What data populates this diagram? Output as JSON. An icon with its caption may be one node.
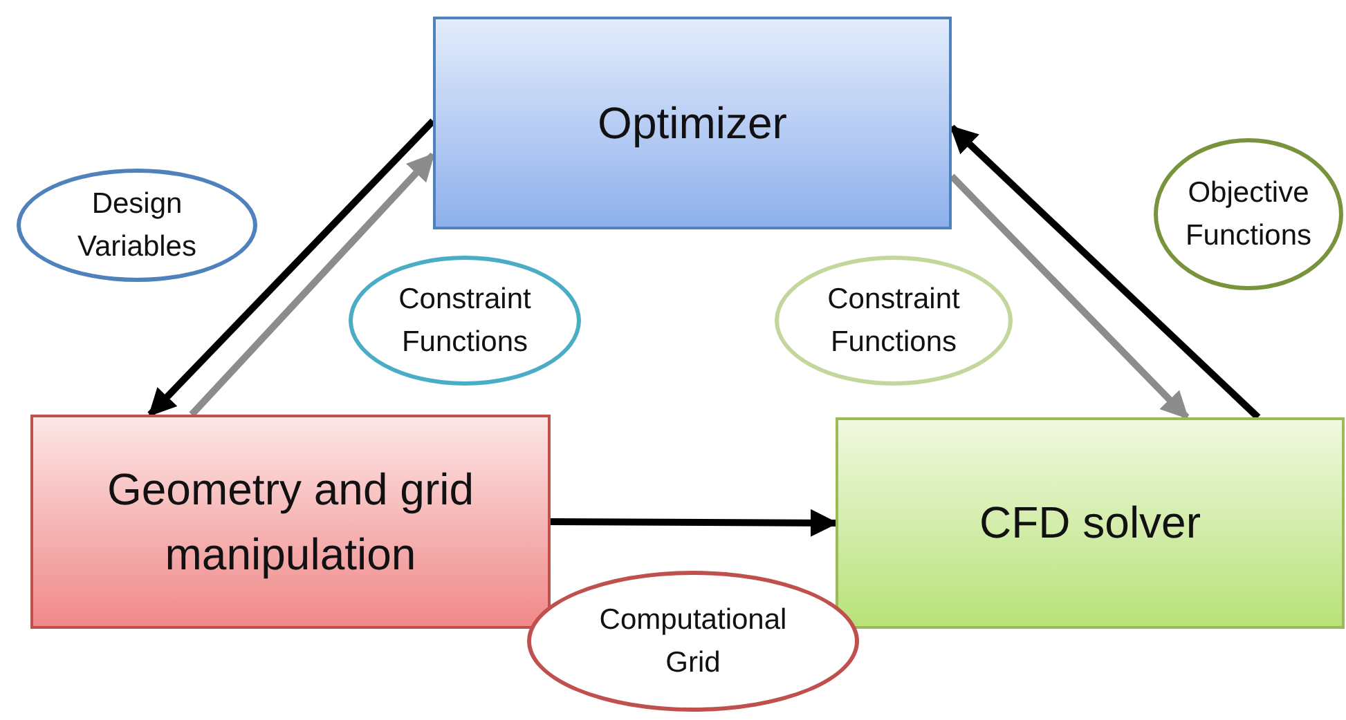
{
  "diagram": {
    "nodes": [
      {
        "text": [
          "Optimizer"
        ]
      },
      {
        "text": [
          "Geometry and grid manipulation"
        ]
      },
      {
        "text": [
          "CFD solver"
        ]
      },
      {
        "text": [
          "Design Variables"
        ]
      },
      {
        "text": [
          "Constraint Functions"
        ]
      },
      {
        "text": [
          "Constraint Functions"
        ]
      },
      {
        "text": [
          "Objective Functions"
        ]
      },
      {
        "text": [
          "Computational Grid"
        ]
      }
    ],
    "edges": [
      {
        "from": 0,
        "to": 1,
        "arrow": "to"
      },
      {
        "from": 1,
        "to": 0,
        "arrow": "to",
        "color": "#8c8c8c"
      },
      {
        "from": 1,
        "to": 2,
        "arrow": "to"
      },
      {
        "from": 2,
        "to": 0,
        "arrow": "to"
      },
      {
        "from": 0,
        "to": 2,
        "arrow": "to",
        "color": "#8c8c8c"
      }
    ]
  }
}
